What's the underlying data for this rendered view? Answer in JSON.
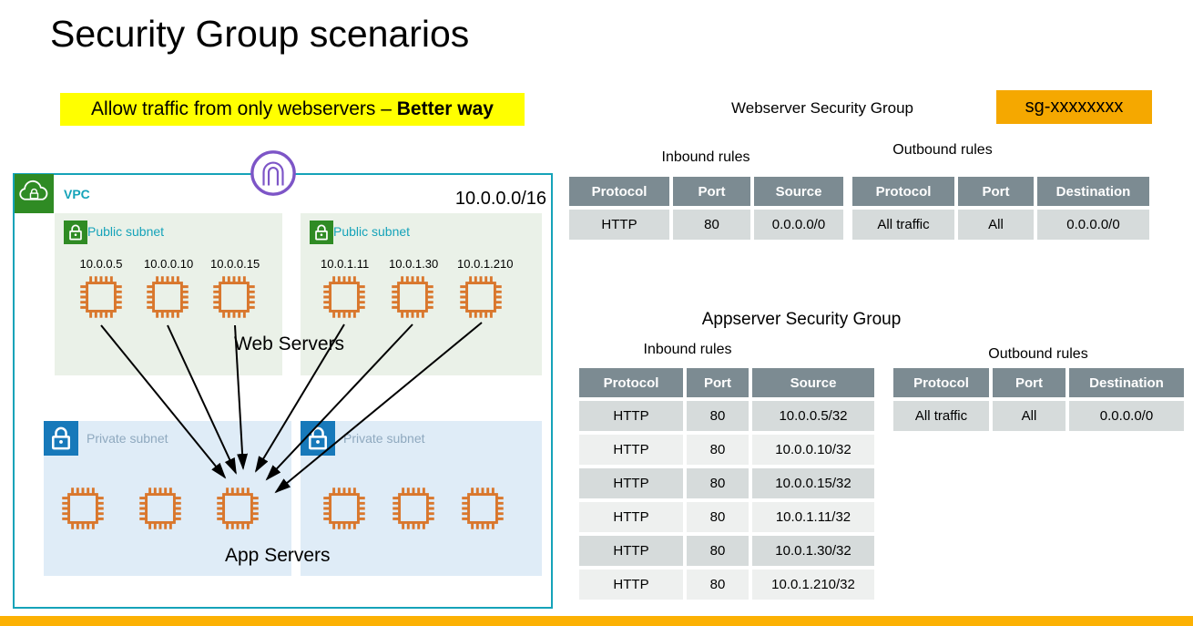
{
  "title": "Security Group scenarios",
  "highlight": {
    "text": "Allow traffic from only webservers – ",
    "bold_text": "Better way"
  },
  "webserver_sg": {
    "title": "Webserver Security Group",
    "sg_id": "sg-xxxxxxxx",
    "inbound": {
      "label": "Inbound rules",
      "headers": [
        "Protocol",
        "Port",
        "Source"
      ],
      "rows": [
        [
          "HTTP",
          "80",
          "0.0.0.0/0"
        ]
      ]
    },
    "outbound": {
      "label": "Outbound rules",
      "headers": [
        "Protocol",
        "Port",
        "Destination"
      ],
      "rows": [
        [
          "All traffic",
          "All",
          "0.0.0.0/0"
        ]
      ]
    }
  },
  "appserver_sg": {
    "title": "Appserver Security Group",
    "inbound": {
      "label": "Inbound rules",
      "headers": [
        "Protocol",
        "Port",
        "Source"
      ],
      "rows": [
        [
          "HTTP",
          "80",
          "10.0.0.5/32"
        ],
        [
          "HTTP",
          "80",
          "10.0.0.10/32"
        ],
        [
          "HTTP",
          "80",
          "10.0.0.15/32"
        ],
        [
          "HTTP",
          "80",
          "10.0.1.11/32"
        ],
        [
          "HTTP",
          "80",
          "10.0.1.30/32"
        ],
        [
          "HTTP",
          "80",
          "10.0.1.210/32"
        ]
      ]
    },
    "outbound": {
      "label": "Outbound rules",
      "headers": [
        "Protocol",
        "Port",
        "Destination"
      ],
      "rows": [
        [
          "All traffic",
          "All",
          "0.0.0.0/0"
        ]
      ]
    }
  },
  "diagram": {
    "vpc_label": "VPC",
    "vpc_cidr": "10.0.0.0/16",
    "web_servers_label": "Web Servers",
    "app_servers_label": "App Servers",
    "public_subnets": [
      {
        "label": "Public subnet",
        "instance_ips": [
          "10.0.0.5",
          "10.0.0.10",
          "10.0.0.15"
        ]
      },
      {
        "label": "Public subnet",
        "instance_ips": [
          "10.0.1.11",
          "10.0.1.30",
          "10.0.1.210"
        ]
      }
    ],
    "private_subnets": [
      {
        "label": "Private subnet",
        "instance_count": 3
      },
      {
        "label": "Private subnet",
        "instance_count": 3
      }
    ]
  },
  "colors": {
    "teal": "#15a3b9",
    "vpc_icon_green": "#2f8b24",
    "public_subnet_bg": "#eaf1e8",
    "private_subnet_bg": "#dfecf7",
    "private_icon_blue": "#1779ba",
    "private_label_text": "#8fa9bf",
    "instance_orange": "#d9772d",
    "igw_purple": "#7d55c7",
    "table_header_bg": "#7c8b92",
    "row_dark": "#d6dbdb",
    "row_light": "#eef0ef",
    "sg_badge_bg": "#f5a800",
    "bottom_bar": "#fcb103",
    "highlight_bg": "#ffff00",
    "arrow": "#000000"
  }
}
